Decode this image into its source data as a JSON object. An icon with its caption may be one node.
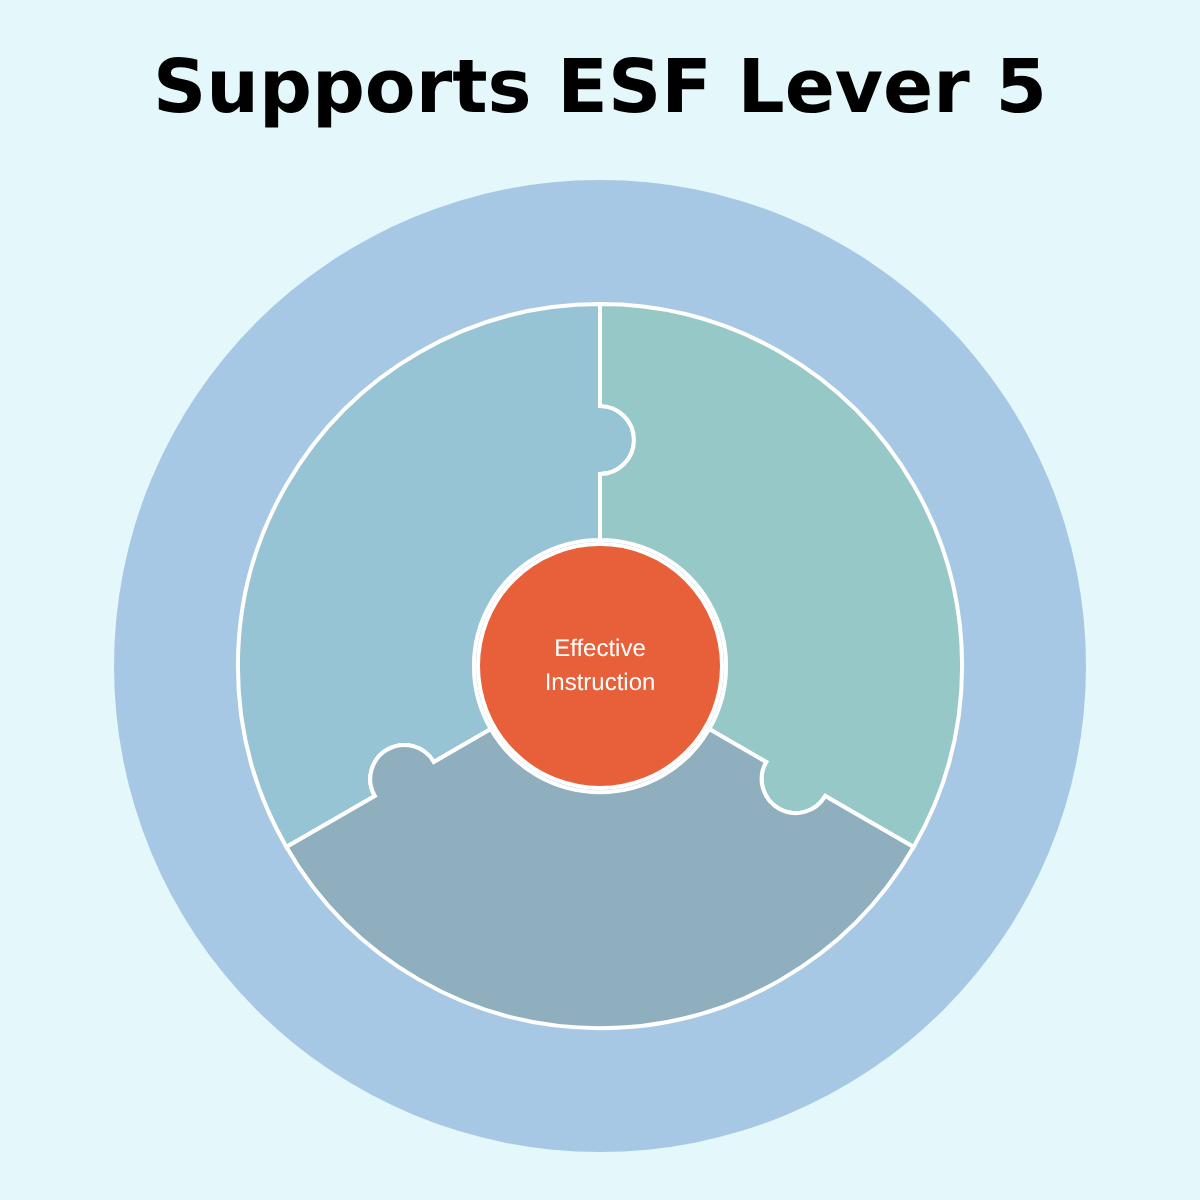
{
  "diagram": {
    "title": "Supports ESF Lever 5",
    "nodes": [
      {
        "text": [],
        "shape": "circle"
      },
      {
        "text": [],
        "shape": "puzzle",
        "in": 0
      },
      {
        "text": [],
        "shape": "puzzle",
        "in": 0
      },
      {
        "text": [
          "Effective Instruction"
        ],
        "in": 0
      },
      {
        "text": [],
        "shape": "puzzle",
        "in": 0
      }
    ]
  }
}
